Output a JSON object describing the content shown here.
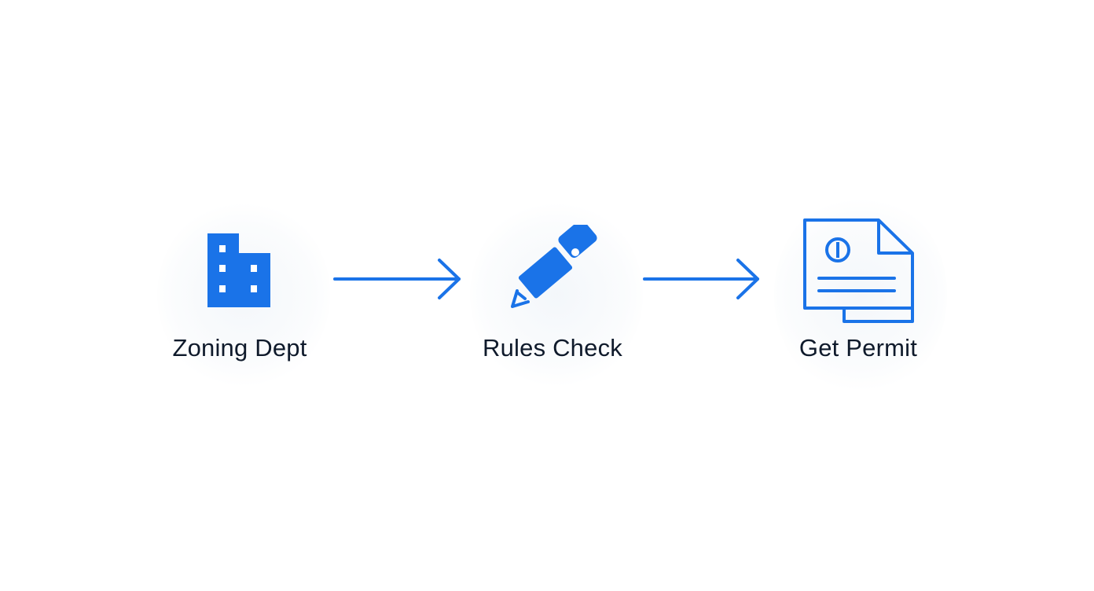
{
  "colors": {
    "accent": "#1a73e8",
    "text": "#0f1a2b",
    "background": "#ffffff"
  },
  "steps": [
    {
      "label": "Zoning Dept",
      "icon": "building-icon"
    },
    {
      "label": "Rules Check",
      "icon": "pen-icon"
    },
    {
      "label": "Get Permit",
      "icon": "permit-document-icon"
    }
  ],
  "connectors": [
    {
      "from": "Zoning Dept",
      "to": "Rules Check",
      "icon": "arrow-right-icon"
    },
    {
      "from": "Rules Check",
      "to": "Get Permit",
      "icon": "arrow-right-icon"
    }
  ]
}
